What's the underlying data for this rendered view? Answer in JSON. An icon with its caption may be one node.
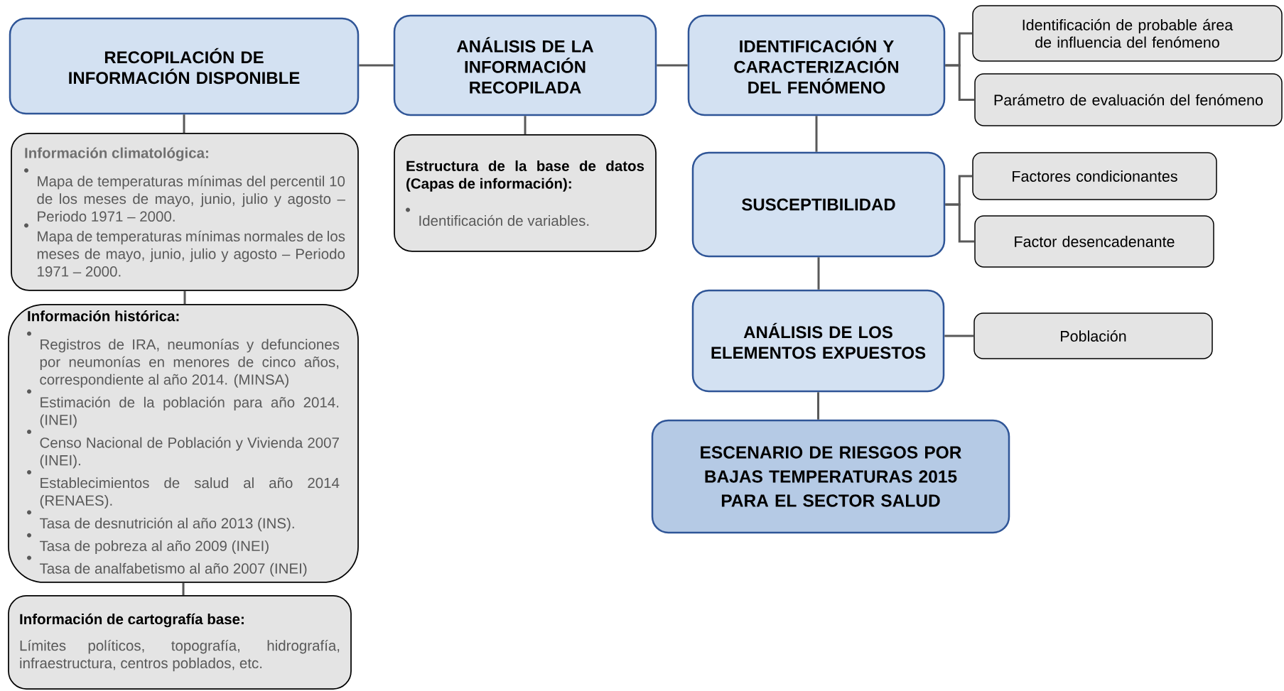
{
  "diagram": {
    "nodes": [
      {
        "text": [
          "RECOPILACIÓN DE INFORMACIÓN DISPONIBLE"
        ]
      },
      {
        "text": [
          "Información climatológica:",
          "Mapa de temperaturas mínimas del percentil 10 de los meses de mayo, junio, julio y agosto – Periodo 1971 – 2000.",
          "Mapa de temperaturas mínimas normales de los meses de mayo, junio, julio y agosto – Periodo 1971 – 2000."
        ]
      },
      {
        "text": [
          "Información histórica:",
          "Registros de IRA, neumonías y defunciones por neumonías en menores de cinco años, correspondiente al año 2014. (MINSA)",
          "Estimación de la población para año 2014. (INEI)",
          "Censo Nacional de Población y Vivienda 2007 (INEI).",
          "Establecimientos de salud al año 2014 (RENAES).",
          "Tasa de desnutrición al año 2013 (INS).",
          "Tasa de pobreza al año 2009 (INEI)",
          "Tasa de analfabetismo al año 2007 (INEI)"
        ]
      },
      {
        "text": [
          "Información de cartografía base:",
          "Límites políticos, topografía, hidrografía, infraestructura, centros poblados, etc."
        ]
      },
      {
        "text": [
          "ANÁLISIS DE LA INFORMACIÓN RECOPILADA"
        ]
      },
      {
        "text": [
          "Estructura de la base de datos (Capas de información):",
          "Identificación de variables."
        ]
      },
      {
        "text": [
          "IDENTIFICACIÓN Y CARACTERIZACIÓN DEL FENÓMENO"
        ]
      },
      {
        "text": [
          "Identificación de probable área de influencia del fenómeno"
        ]
      },
      {
        "text": [
          "Parámetro de evaluación del fenómeno"
        ]
      },
      {
        "text": [
          "SUSCEPTIBILIDAD"
        ]
      },
      {
        "text": [
          "Factores condicionantes"
        ]
      },
      {
        "text": [
          "Factor  desencadenante"
        ]
      },
      {
        "text": [
          "ANÁLISIS DE LOS ELEMENTOS EXPUESTOS"
        ]
      },
      {
        "text": [
          "Población"
        ]
      },
      {
        "text": [
          "ESCENARIO DE RIESGOS POR BAJAS TEMPERATURAS 2015 PARA EL SECTOR SALUD"
        ]
      }
    ],
    "edges": [
      {
        "from": 0,
        "to": 4,
        "arrow": "none"
      },
      {
        "from": 4,
        "to": 6,
        "arrow": "none"
      },
      {
        "from": 0,
        "to": 1,
        "arrow": "none"
      },
      {
        "from": 1,
        "to": 2,
        "arrow": "none"
      },
      {
        "from": 2,
        "to": 3,
        "arrow": "none"
      },
      {
        "from": 4,
        "to": 5,
        "arrow": "none"
      },
      {
        "from": 6,
        "to": 7,
        "arrow": "none"
      },
      {
        "from": 6,
        "to": 8,
        "arrow": "none"
      },
      {
        "from": 6,
        "to": 9,
        "arrow": "none"
      },
      {
        "from": 9,
        "to": 10,
        "arrow": "none"
      },
      {
        "from": 9,
        "to": 11,
        "arrow": "none"
      },
      {
        "from": 9,
        "to": 12,
        "arrow": "none"
      },
      {
        "from": 12,
        "to": 13,
        "arrow": "none"
      },
      {
        "from": 12,
        "to": 14,
        "arrow": "none"
      }
    ]
  }
}
